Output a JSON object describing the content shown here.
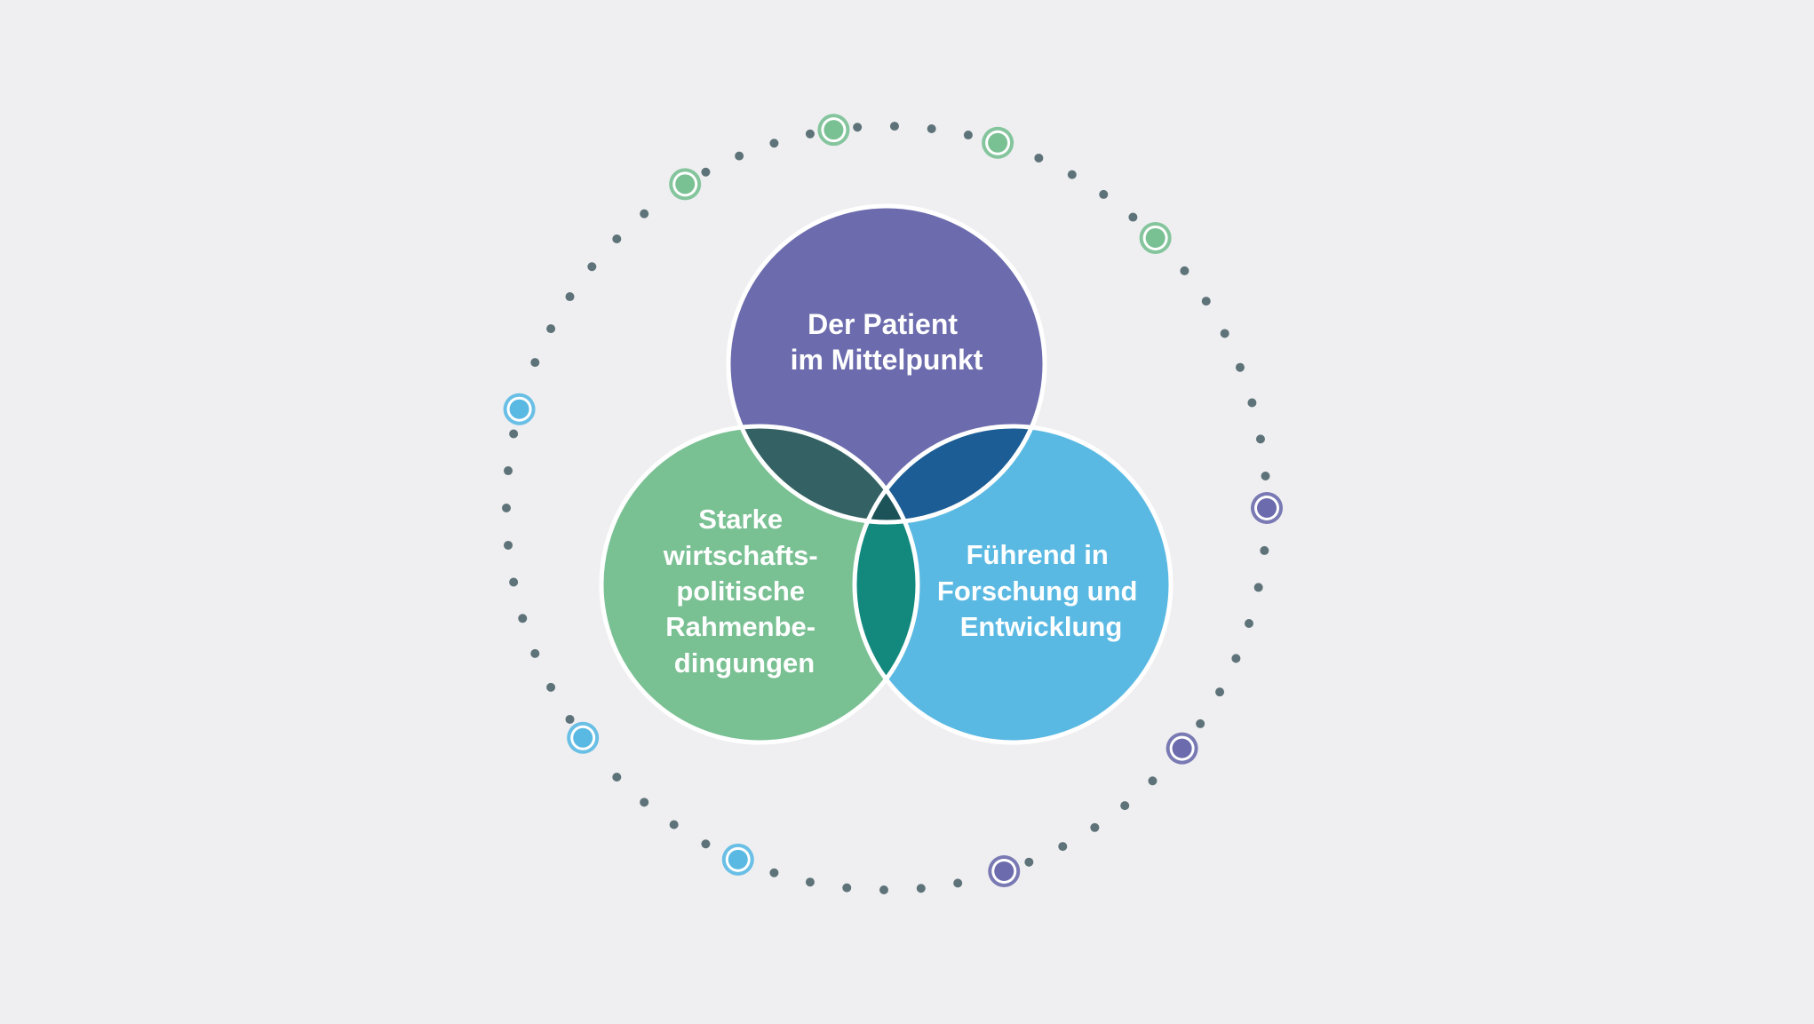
{
  "colors": {
    "background": "#efeff1",
    "purple": "#6b6bad",
    "green": "#79c093",
    "blue": "#5ab9e3",
    "overlap_purple_green": "#346164",
    "overlap_purple_blue": "#1b5d94",
    "overlap_green_blue": "#13897e",
    "overlap_center": "#1c5358",
    "dot": "#5e7379",
    "outline": "#ffffff"
  },
  "circles": [
    {
      "id": "patient",
      "lines": [
        "Der Patient",
        "im Mittelpunkt"
      ]
    },
    {
      "id": "politics",
      "lines": [
        "Starke",
        "wirtschafts-",
        "politische",
        "Rahmenbe-",
        "dingungen"
      ]
    },
    {
      "id": "research",
      "lines": [
        "Führend in",
        "Forschung und",
        "Entwicklung"
      ]
    }
  ],
  "orbit_markers": [
    {
      "color": "green"
    },
    {
      "color": "green"
    },
    {
      "color": "green"
    },
    {
      "color": "green"
    },
    {
      "color": "blue"
    },
    {
      "color": "blue"
    },
    {
      "color": "blue"
    },
    {
      "color": "purple"
    },
    {
      "color": "purple"
    },
    {
      "color": "purple"
    }
  ]
}
